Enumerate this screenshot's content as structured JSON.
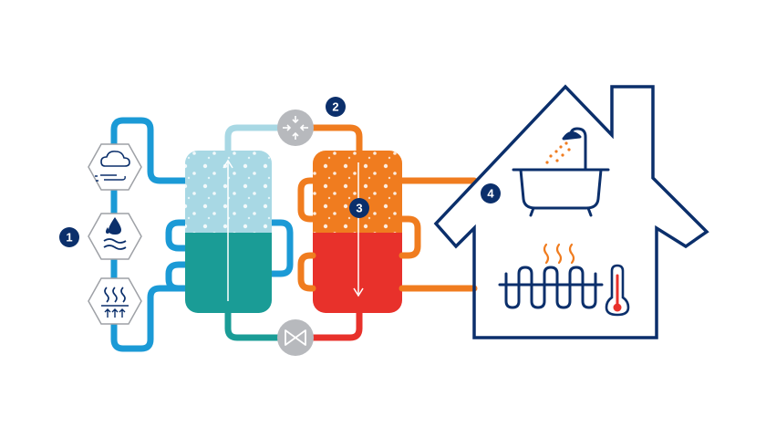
{
  "steps": [
    {
      "label": "1"
    },
    {
      "label": "2"
    },
    {
      "label": "3"
    },
    {
      "label": "4"
    }
  ],
  "source_icons": [
    "air-source-icon",
    "water-source-icon",
    "ground-source-icon"
  ],
  "house_icons": [
    "bathtub-shower-icon",
    "underfloor-heating-icon",
    "thermometer-icon",
    "heat-waves-icon"
  ],
  "components": [
    "evaporator",
    "compressor",
    "condenser",
    "expansion-valve"
  ],
  "colors": {
    "navy": "#0b2f6b",
    "source_blue": "#1b9ad6",
    "light_blue": "#a8d8e4",
    "teal": "#1a9c96",
    "orange": "#f07c1f",
    "red": "#e8312b",
    "grey": "#b7b9bd",
    "icon_grey": "#9ea1a6"
  }
}
